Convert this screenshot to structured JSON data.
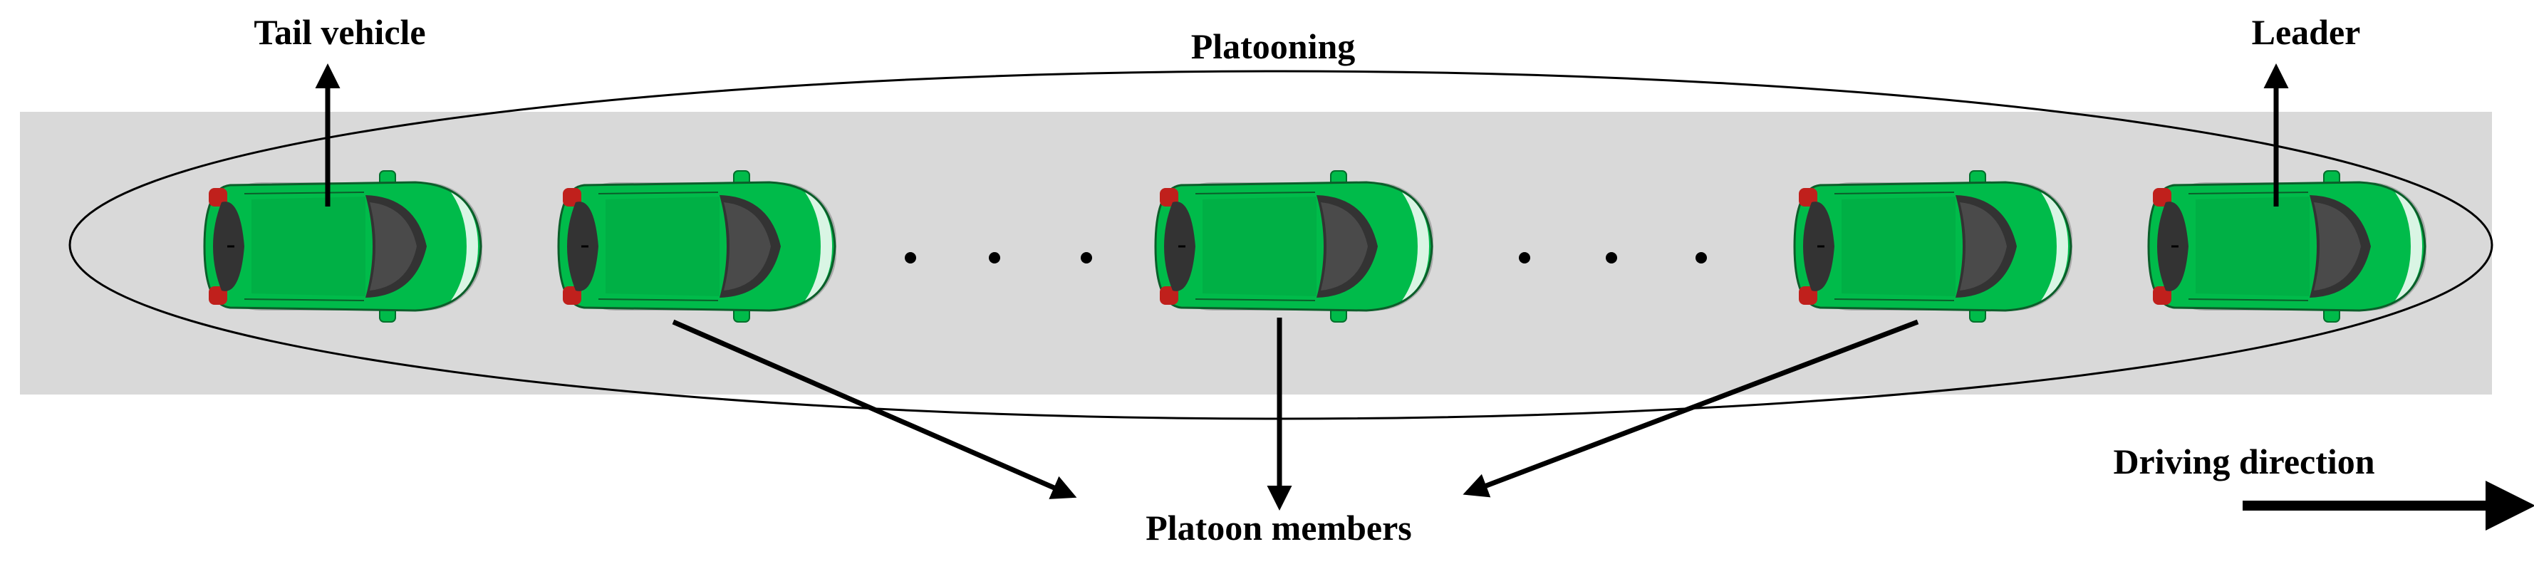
{
  "labels": {
    "tail_vehicle": "Tail vehicle",
    "platooning": "Platooning",
    "leader": "Leader",
    "platoon_members": "Platoon members",
    "driving_direction": "Driving direction"
  },
  "colors": {
    "road": "#d9d9d9",
    "car_body": "#00bb4a",
    "car_glass": "#333333",
    "tail_light": "#c0201c",
    "outline": "#000000"
  },
  "icons": {
    "car": "car-topdown-icon",
    "arrow": "arrow-icon",
    "ellipsis": "ellipsis-dots-icon"
  }
}
